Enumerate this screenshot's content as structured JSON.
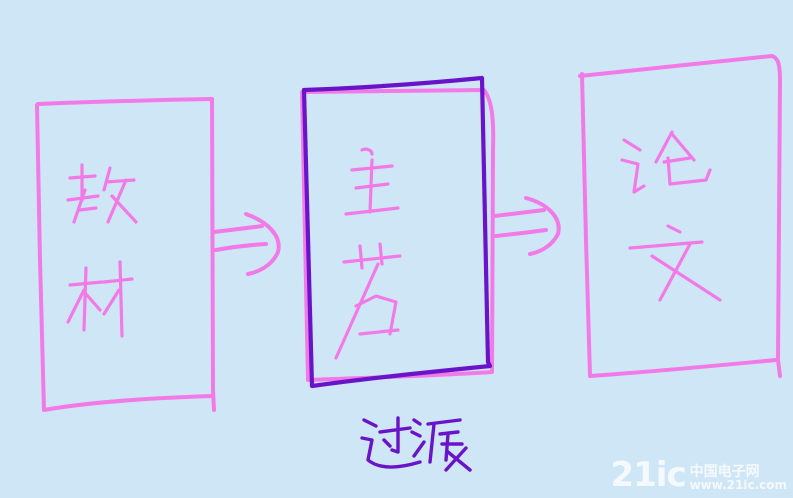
{
  "diagram": {
    "type": "flow",
    "nodes": [
      {
        "id": "jiaocai",
        "label": "教材"
      },
      {
        "id": "zhujiao",
        "label": "主若"
      },
      {
        "id": "lunwen",
        "label": "论文"
      }
    ],
    "edges": [
      {
        "from": "jiaocai",
        "to": "zhujiao"
      },
      {
        "from": "zhujiao",
        "to": "lunwen"
      }
    ],
    "highlight": {
      "node": "zhujiao",
      "caption": "过渡"
    },
    "colors": {
      "background": "#cfe6f7",
      "stroke": "#f27ae6",
      "highlight": "#6a14c9"
    }
  },
  "watermark": {
    "main": "21ic",
    "cn": "中国电子网",
    "url": "www.21ic.com"
  }
}
